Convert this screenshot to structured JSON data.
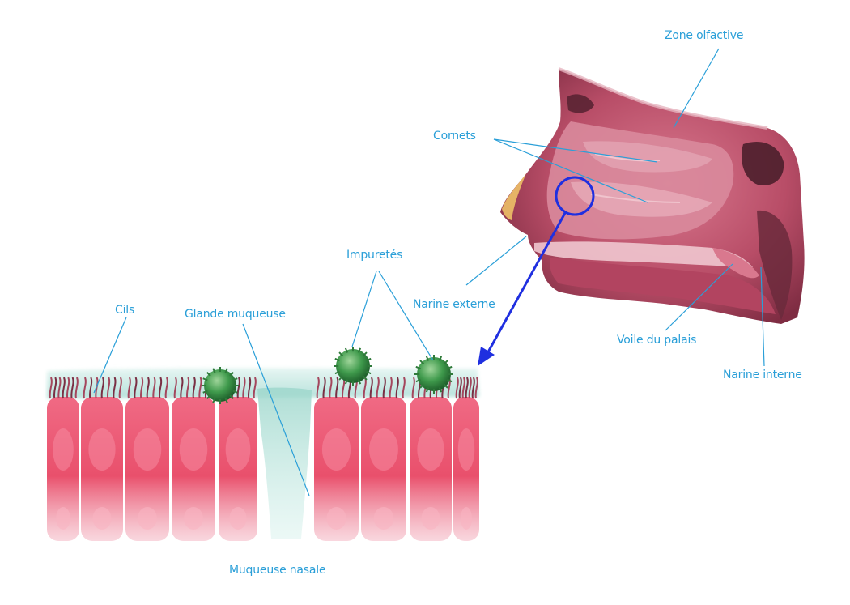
{
  "labels": {
    "zone_olfactive": "Zone olfactive",
    "cornets": "Cornets",
    "impuretes": "Impuretés",
    "narine_externe": "Narine externe",
    "cils": "Cils",
    "glande_muqueuse": "Glande muqueuse",
    "voile_du_palais": "Voile du palais",
    "narine_interne": "Narine interne",
    "muqueuse_nasale": "Muqueuse nasale"
  },
  "colors": {
    "label": "#2a9fd8",
    "arrow": "#1f2fe0",
    "cell": "#e8506c",
    "cell_light": "#f58aa0",
    "mucus": "#a8ddd6",
    "particle": "#3f9a4c",
    "tissue": "#c85a74",
    "tissue_dark": "#8c2f48"
  }
}
